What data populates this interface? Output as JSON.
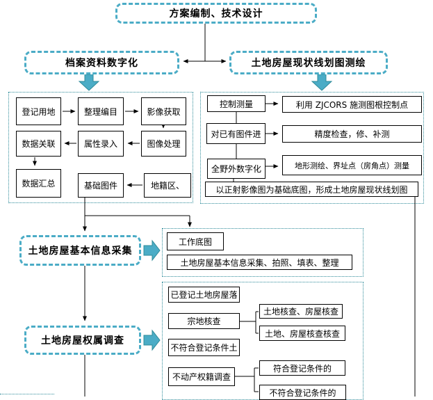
{
  "colors": {
    "accent_teal": "#4BACC6",
    "panel_border_teal": "#2E8B99",
    "line_black": "#000000"
  },
  "stages": {
    "plan_design": "方案编制、技术设计",
    "archive_digitization": "档案资料数字化",
    "survey_mapping": "土地房屋现状线划图测绘",
    "basic_info_collection": "土地房屋基本信息采集",
    "ownership_survey": "土地房屋权属调查"
  },
  "archive_panel": {
    "boxes": [
      "登记用地",
      "整理编目",
      "影像获取",
      "数据关联",
      "属性录入",
      "图像处理",
      "数据汇总",
      "基础图件",
      "地籍区、"
    ]
  },
  "survey_panel": {
    "left_boxes": [
      "控制测量",
      "对已有图件进",
      "全野外数字化"
    ],
    "right_boxes": [
      "利用 ZJCORS 施测图根控制点",
      "精度检查，修、补测",
      "地形测绘、界址点（房角点）测量"
    ],
    "bottom_box": "以正射影像图为基础底图，形成土地房屋现状线划图"
  },
  "collect_panel": {
    "boxes": [
      "工作底图",
      "土地房屋基本信息采集、拍照、填表、整理"
    ]
  },
  "ownership_panel": {
    "boxes": [
      "已登记土地房屋落",
      "宗地核查",
      "不符合登记条件土",
      "不动产权籍调查"
    ],
    "parcel_branch": [
      "土地核查、房屋核查",
      "土地、房屋核查核查"
    ],
    "cadastral_branch": [
      "符合登记条件的",
      "不符合登记条件的"
    ]
  }
}
